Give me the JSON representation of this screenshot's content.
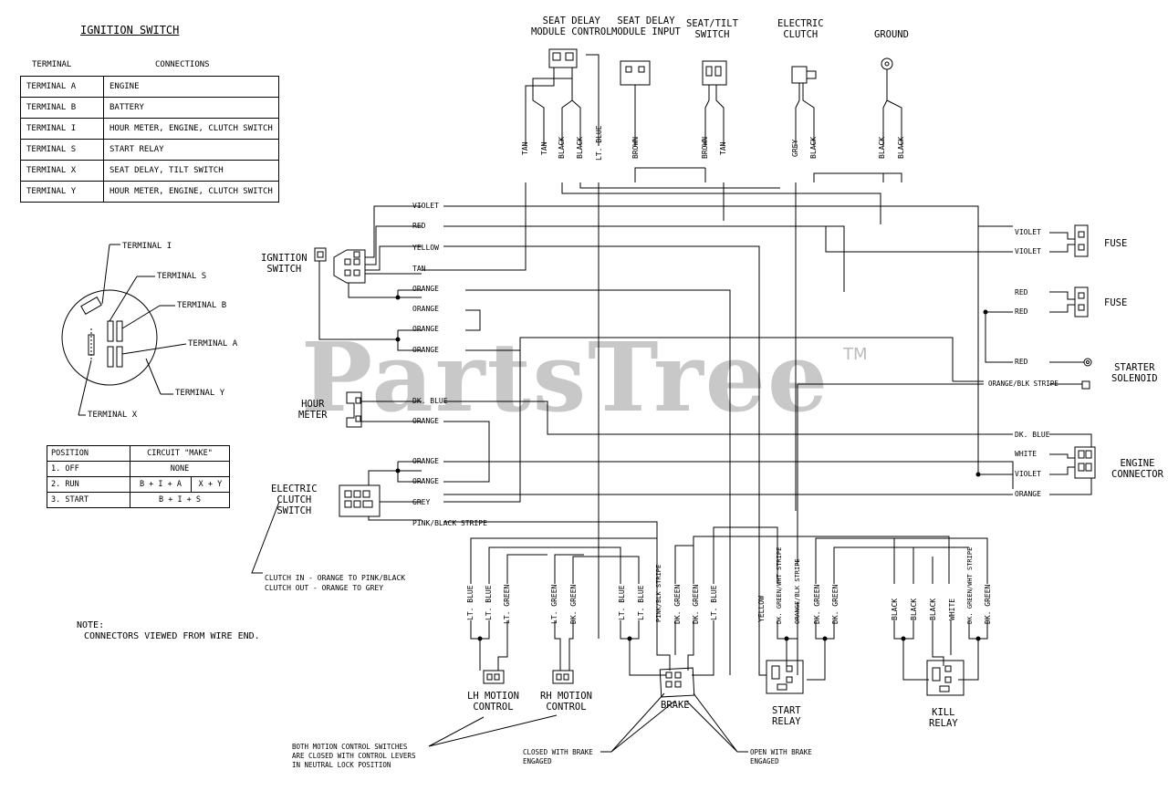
{
  "watermark": {
    "text": "PartsTree",
    "tm": "TM"
  },
  "ignition_table": {
    "title": "IGNITION SWITCH",
    "headers": [
      "TERMINAL",
      "CONNECTIONS"
    ],
    "rows": [
      [
        "TERMINAL  A",
        "ENGINE"
      ],
      [
        "TERMINAL  B",
        "BATTERY"
      ],
      [
        "TERMINAL  I",
        "HOUR METER, ENGINE, CLUTCH SWITCH"
      ],
      [
        "TERMINAL  S",
        "START RELAY"
      ],
      [
        "TERMINAL X",
        "SEAT DELAY, TILT SWITCH"
      ],
      [
        "TERMINAL  Y",
        "HOUR METER, ENGINE, CLUTCH SWITCH"
      ]
    ]
  },
  "switch_diagram": {
    "t_i": "TERMINAL I",
    "t_s": "TERMINAL S",
    "t_b": "TERMINAL B",
    "t_a": "TERMINAL A",
    "t_y": "TERMINAL Y",
    "t_x": "TERMINAL X"
  },
  "position_table": {
    "headers": [
      "POSITION",
      "CIRCUIT \"MAKE\""
    ],
    "rows": [
      [
        "1. OFF",
        "NONE",
        ""
      ],
      [
        "2. RUN",
        "B + I + A",
        "X + Y"
      ],
      [
        "3. START",
        "B + I + S",
        ""
      ]
    ]
  },
  "note": {
    "line1": "NOTE:",
    "line2": "CONNECTORS VIEWED FROM WIRE END."
  },
  "components": {
    "seat_delay_ctrl": [
      "SEAT DELAY",
      "MODULE CONTROL"
    ],
    "seat_delay_input": [
      "SEAT DELAY",
      "MODULE INPUT"
    ],
    "seat_tilt": [
      "SEAT/TILT",
      "SWITCH"
    ],
    "elec_clutch": [
      "ELECTRIC",
      "CLUTCH"
    ],
    "ground": "GROUND",
    "ign_switch": [
      "IGNITION",
      "SWITCH"
    ],
    "hour_meter": [
      "HOUR",
      "METER"
    ],
    "elec_clutch_switch": [
      "ELECTRIC",
      "CLUTCH",
      "SWITCH"
    ],
    "fuse1": "FUSE",
    "fuse2": "FUSE",
    "starter": [
      "STARTER",
      "SOLENOID"
    ],
    "engine": [
      "ENGINE",
      "CONNECTOR"
    ],
    "lh": [
      "LH MOTION",
      "CONTROL"
    ],
    "rh": [
      "RH MOTION",
      "CONTROL"
    ],
    "brake": "BRAKE",
    "start_relay": [
      "START",
      "RELAY"
    ],
    "kill_relay": [
      "KILL",
      "RELAY"
    ]
  },
  "wire_labels": {
    "violet": "VIOLET",
    "red": "RED",
    "yellow": "YELLOW",
    "tan": "TAN",
    "orange": "ORANGE",
    "dkblue": "DK. BLUE",
    "grey": "GREY",
    "pinkblack": "PINK/BLACK STRIPE",
    "orangeblk": "ORANGE/BLK STRIPE",
    "white": "WHITE"
  },
  "top_wires": [
    "TAN",
    "TAN",
    "BLACK",
    "BLACK",
    "LT. BLUE",
    "BROWN",
    "BROWN",
    "TAN",
    "GREY",
    "BLACK",
    "BLACK",
    "BLACK"
  ],
  "bottom_wires": [
    "LT. BLUE",
    "LT. BLUE",
    "LT. GREEN",
    "LT. GREEN",
    "DK. GREEN",
    "LT. BLUE",
    "LT. BLUE",
    "PINK/BLK STRIPE",
    "DK. GREEN",
    "DK. GREEN",
    "LT. BLUE",
    "YELLOW",
    "DK. GREEN/WHT STRIPE",
    "ORANGE/BLK STRIPE",
    "DK. GREEN",
    "DK. GREEN",
    "BLACK",
    "BLACK",
    "BLACK",
    "WHITE",
    "DK. GREEN/WHT STRIPE",
    "DK. GREEN"
  ],
  "notes": {
    "clutch": [
      "CLUTCH IN - ORANGE TO PINK/BLACK",
      "CLUTCH OUT - ORANGE TO GREY"
    ],
    "motion": [
      "BOTH MOTION CONTROL SWITCHES",
      "ARE CLOSED WITH CONTROL LEVERS",
      "IN NEUTRAL LOCK POSITION"
    ],
    "closed": [
      "CLOSED WITH BRAKE",
      "ENGAGED"
    ],
    "open": [
      "OPEN WITH BRAKE",
      "ENGAGED"
    ]
  }
}
